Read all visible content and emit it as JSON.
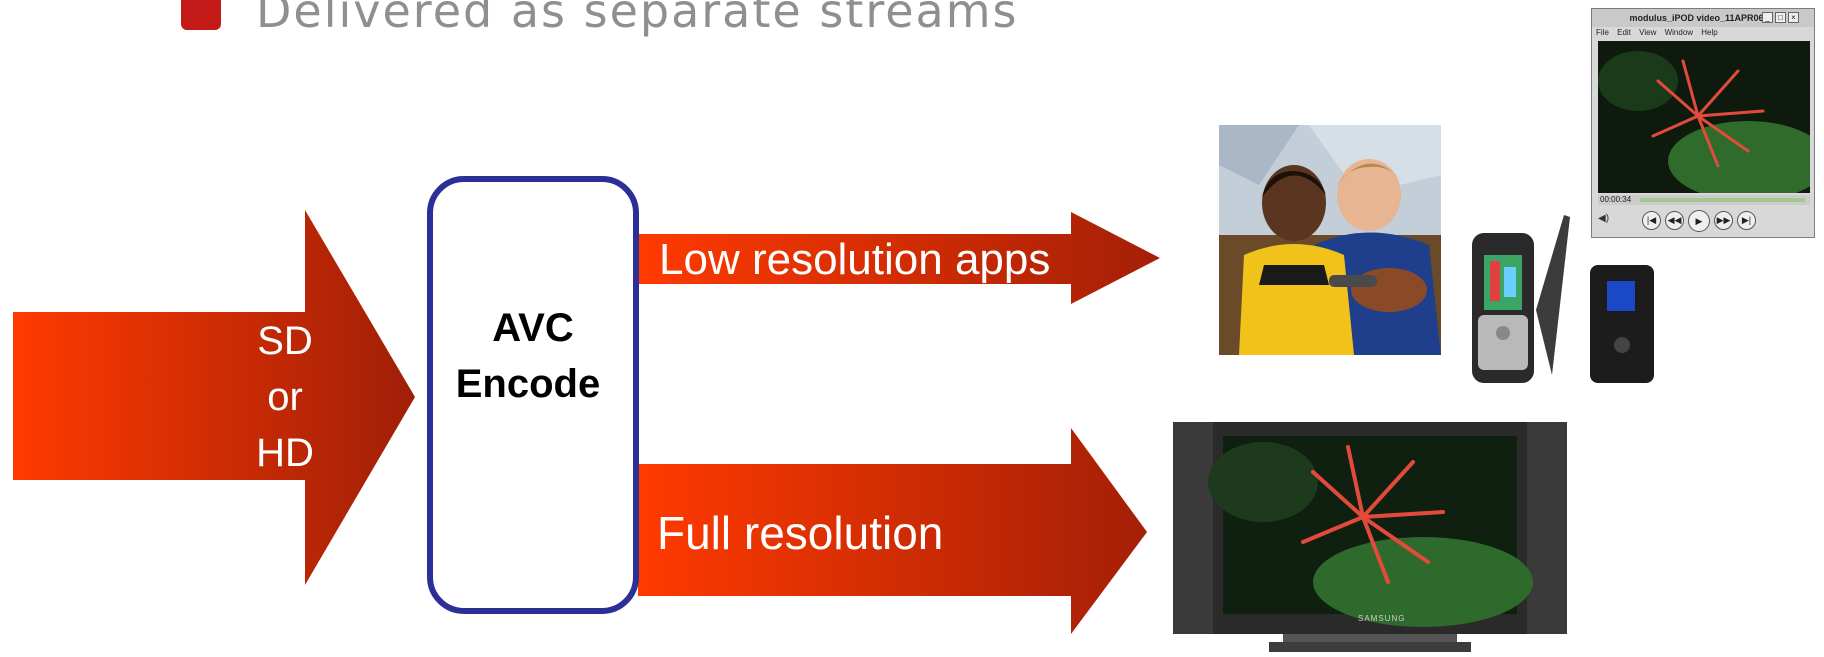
{
  "bullet": {
    "text": "Delivered as separate streams",
    "color": "#c41a1a"
  },
  "input": {
    "line1": "SD",
    "line2": "or",
    "line3": "HD"
  },
  "encoder": {
    "line1": "AVC",
    "line2": "Encode",
    "border_color": "#2b2f96"
  },
  "outputs": {
    "low": {
      "label": "Low resolution apps"
    },
    "full": {
      "label": "Full resolution"
    }
  },
  "arrow_colors": {
    "start": "#ff3a00",
    "end": "#a01f08"
  },
  "player": {
    "title": "modulus_iPOD video_11APR06A",
    "menu": [
      "File",
      "Edit",
      "View",
      "Window",
      "Help"
    ],
    "time": "00:00:34",
    "controls": [
      "skip-back-icon",
      "rewind-icon",
      "play-icon",
      "fast-forward-icon",
      "skip-forward-icon"
    ]
  },
  "tv": {
    "brand": "SAMSUNG"
  }
}
